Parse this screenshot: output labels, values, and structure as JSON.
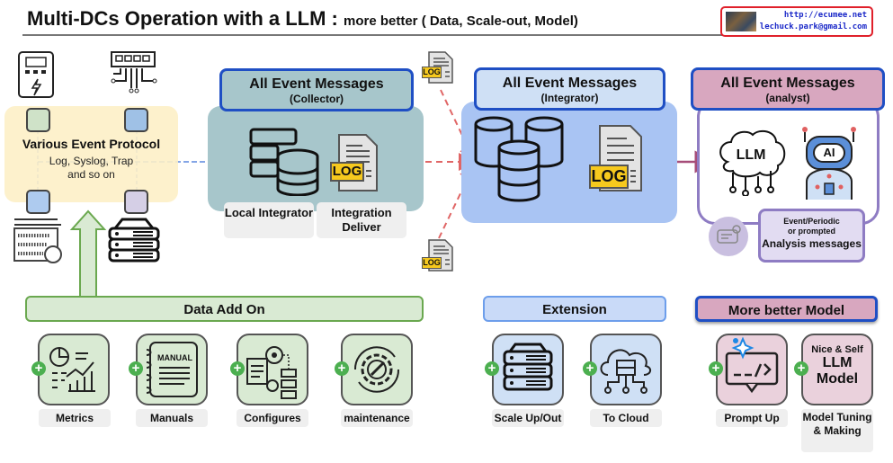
{
  "header": {
    "title": "Multi-DCs Operation with a LLM :",
    "subtitle": "more better ( Data, Scale-out, Model)",
    "contact_url": "http://ecumee.net",
    "contact_email": "lechuck.park@gmail.com"
  },
  "protocol": {
    "title": "Various Event Protocol",
    "line1": "Log, Syslog, Trap",
    "line2": "and so on"
  },
  "collector": {
    "title": "All Event Messages",
    "subtitle": "(Collector)",
    "labels": [
      "Local Integrator",
      "Integration Deliver"
    ],
    "log_badge": "LOG"
  },
  "integrator": {
    "title": "All Event Messages",
    "subtitle": "(Integrator)",
    "log_badge": "LOG"
  },
  "analyst": {
    "title": "All Event Messages",
    "subtitle": "(analyst)",
    "llm_text": "LLM",
    "ai_text": "AI",
    "msg_line1": "Event/Periodic",
    "msg_line2": "or prompted",
    "msg_line3": "Analysis messages"
  },
  "floating_log_badge": "LOG",
  "data_add_on": {
    "title": "Data Add On",
    "items": [
      {
        "label": "Metrics",
        "icon": "metrics-icon"
      },
      {
        "label": "Manuals",
        "icon": "manual-icon",
        "badge": "MANUAL"
      },
      {
        "label": "Configures",
        "icon": "configure-icon"
      },
      {
        "label": "maintenance",
        "icon": "maintenance-icon"
      }
    ]
  },
  "extension": {
    "title": "Extension",
    "items": [
      {
        "label": "Scale Up/Out",
        "icon": "server-stack-icon"
      },
      {
        "label": "To Cloud",
        "icon": "cloud-server-icon"
      }
    ]
  },
  "model": {
    "title": "More better Model",
    "items": [
      {
        "label": "Prompt Up",
        "icon": "prompt-icon"
      },
      {
        "label": "Model Tuning & Making",
        "line1": "Nice & Self",
        "line2": "LLM",
        "line3": "Model"
      }
    ]
  },
  "colors": {
    "collector_bg": "#a7c6cb",
    "integrator_bg": "#a9c4f3",
    "analyst_header": "#d8a7bf",
    "accent_blue": "#1f4fc4",
    "green": "#6aa84f",
    "red_dash": "#e06666",
    "purple": "#8e7cc3"
  }
}
